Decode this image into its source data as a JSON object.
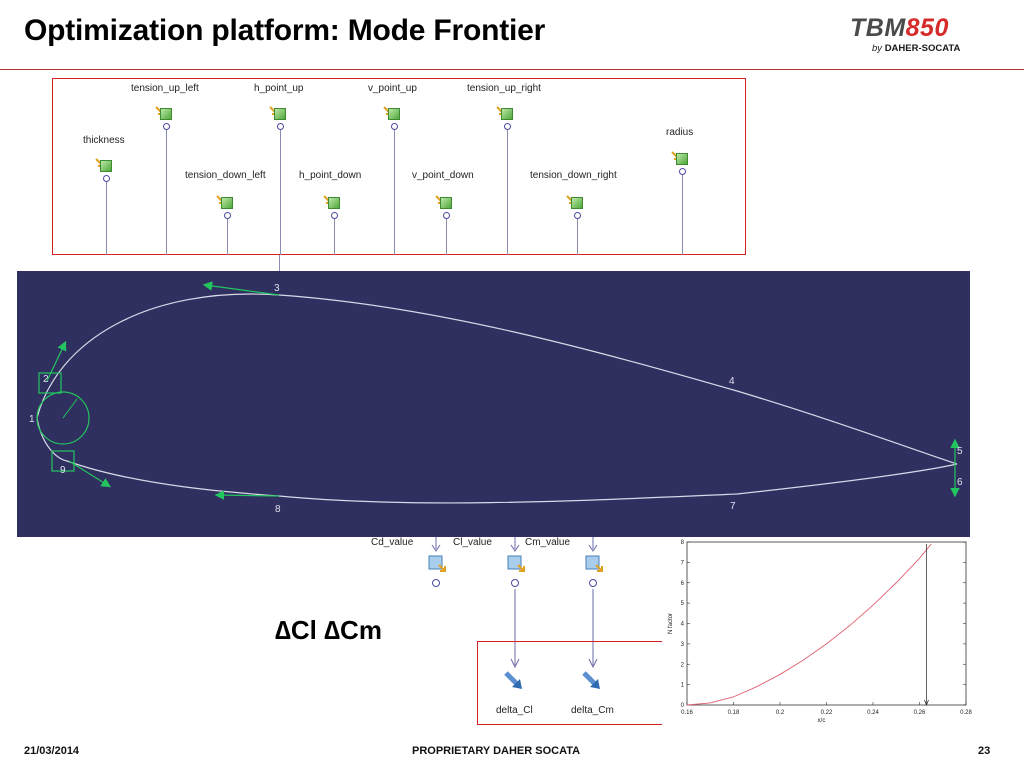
{
  "header": {
    "title": "Optimization platform: Mode Frontier",
    "logo_tbm": "TBM",
    "logo_num": "850",
    "logo_by": "by",
    "logo_company": "DAHER-SOCATA"
  },
  "parameters": [
    {
      "name": "thickness",
      "label": "thickness"
    },
    {
      "name": "tension-up-left",
      "label": "tension_up_left"
    },
    {
      "name": "tension-down-left",
      "label": "tension_down_left"
    },
    {
      "name": "h-point-up",
      "label": "h_point_up"
    },
    {
      "name": "h-point-down",
      "label": "h_point_down"
    },
    {
      "name": "v-point-up",
      "label": "v_point_up"
    },
    {
      "name": "v-point-down",
      "label": "v_point_down"
    },
    {
      "name": "tension-up-right",
      "label": "tension_up_right"
    },
    {
      "name": "tension-down-right",
      "label": "tension_down_right"
    },
    {
      "name": "radius",
      "label": "radius"
    }
  ],
  "airfoil": {
    "point_labels": [
      "1",
      "2",
      "3",
      "4",
      "5",
      "6",
      "7",
      "8",
      "9"
    ]
  },
  "outputs": [
    {
      "name": "cd-value",
      "label": "Cd_value"
    },
    {
      "name": "cl-value",
      "label": "Cl_value"
    },
    {
      "name": "cm-value",
      "label": "Cm_value"
    }
  ],
  "delta_label": "∆Cl ∆Cm",
  "objectives": [
    {
      "name": "delta-cl",
      "label": "delta_Cl"
    },
    {
      "name": "delta-cm",
      "label": "delta_Cm"
    }
  ],
  "chart_data": {
    "type": "line",
    "title": "",
    "xlabel": "x/c",
    "ylabel": "N factor",
    "xlim": [
      0.16,
      0.28
    ],
    "ylim": [
      0,
      8
    ],
    "xticks": [
      "0.16",
      "0.18",
      "0.2",
      "0.22",
      "0.24",
      "0.26",
      "0.28"
    ],
    "yticks": [
      "0",
      "1",
      "2",
      "3",
      "4",
      "5",
      "6",
      "7",
      "8"
    ],
    "series": [
      {
        "color": "#e06070",
        "x": [
          0.16,
          0.17,
          0.18,
          0.19,
          0.2,
          0.21,
          0.22,
          0.23,
          0.24,
          0.25,
          0.26,
          0.265
        ],
        "y": [
          0,
          0.1,
          0.4,
          0.9,
          1.5,
          2.2,
          3.0,
          3.9,
          4.9,
          6.0,
          7.2,
          7.9
        ]
      }
    ],
    "reference_x": 0.263,
    "grid": false
  },
  "footer": {
    "date": "21/03/2014",
    "confidential": "PROPRIETARY DAHER SOCATA",
    "page": "23"
  }
}
